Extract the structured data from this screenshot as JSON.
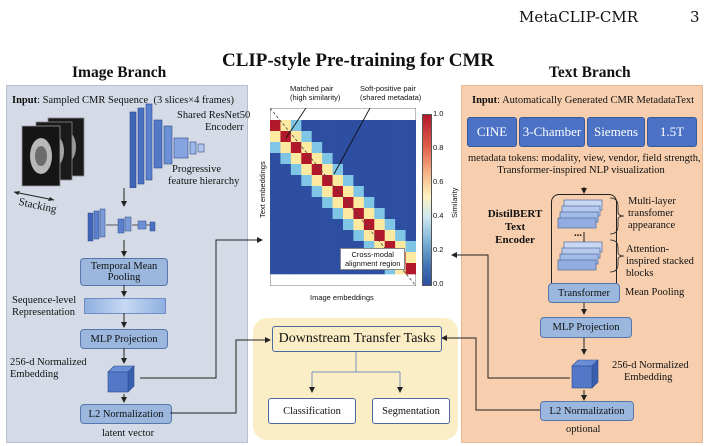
{
  "header": {
    "running_title": "MetaCLIP-CMR",
    "page_number": "3"
  },
  "figure": {
    "title": "CLIP-style Pre-training for CMR",
    "image_branch": {
      "heading": "Image Branch",
      "input_label": "Input",
      "input_text": ": Sampled CMR Sequence  (3 slices×4 frames)",
      "stacking": "Stacking",
      "encoder_label_1": "Shared ResNet50",
      "encoder_label_2": "Encoderr",
      "progressive_1": "Progressive",
      "progressive_2": "feature hierarchy",
      "temporal_pooling_1": "Temporal Mean",
      "temporal_pooling_2": "Pooling",
      "seq_rep_1": "Sequence-level",
      "seq_rep_2": "Representation",
      "mlp": "MLP Projection",
      "emb_1": "256-d Normalized",
      "emb_2": "Embedding",
      "l2": "L2 Normalization",
      "latent": "latent vector"
    },
    "similarity_matrix": {
      "matched_1": "Matched pair",
      "matched_2": "(high similarity)",
      "soft_1": "Soft-positive pair",
      "soft_2": "(shared metadata)",
      "cross_1": "Cross-modal",
      "cross_2": "alignment region",
      "xlabel": "Image embeddings",
      "ylabel": "Text embeddings",
      "colorbar_label": "Similarity",
      "colorbar_ticks": [
        "1.0",
        "0.8",
        "0.6",
        "0.4",
        "0.2",
        "0.0"
      ]
    },
    "text_branch": {
      "heading": "Text Branch",
      "input_label": "Input",
      "input_text": ": Automatically Generated CMR MetadataText",
      "chips": [
        "CINE",
        "3-Chamber",
        "Siemens",
        "1.5T"
      ],
      "tokens_1": "metadata tokens: modality, view, vendor, field strength,",
      "tokens_2": "Transformer-inspired NLP visualization",
      "encoder_1": "DistilBERT",
      "encoder_2": "Text",
      "encoder_3": "Encoder",
      "dots": "...",
      "multilayer_1": "Multi-layer",
      "multilayer_2": "transfomer",
      "multilayer_3": "appearance",
      "attention_1": "Attention-",
      "attention_2": "inspired stacked",
      "attention_3": "blocks",
      "transformer": "Transformer",
      "mean_pooling": "Mean Pooling",
      "mlp": "MLP Projection",
      "emb_1": "256-d Normalized",
      "emb_2": "Embedding",
      "l2": "L2 Normalization",
      "optional": "optional"
    },
    "downstream": {
      "title": "Downstream Transfer Tasks",
      "task_1": "Classification",
      "task_2": "Segmentation"
    },
    "colors": {
      "image_panel": "#d5dbe6",
      "text_panel": "#f7cfae",
      "downstream_panel": "#fbeec6",
      "box_blue": "#9bb7de",
      "chip_blue": "#4b72c4",
      "heatmap_high": "#b2182b",
      "heatmap_low": "#2e4ea1"
    }
  }
}
